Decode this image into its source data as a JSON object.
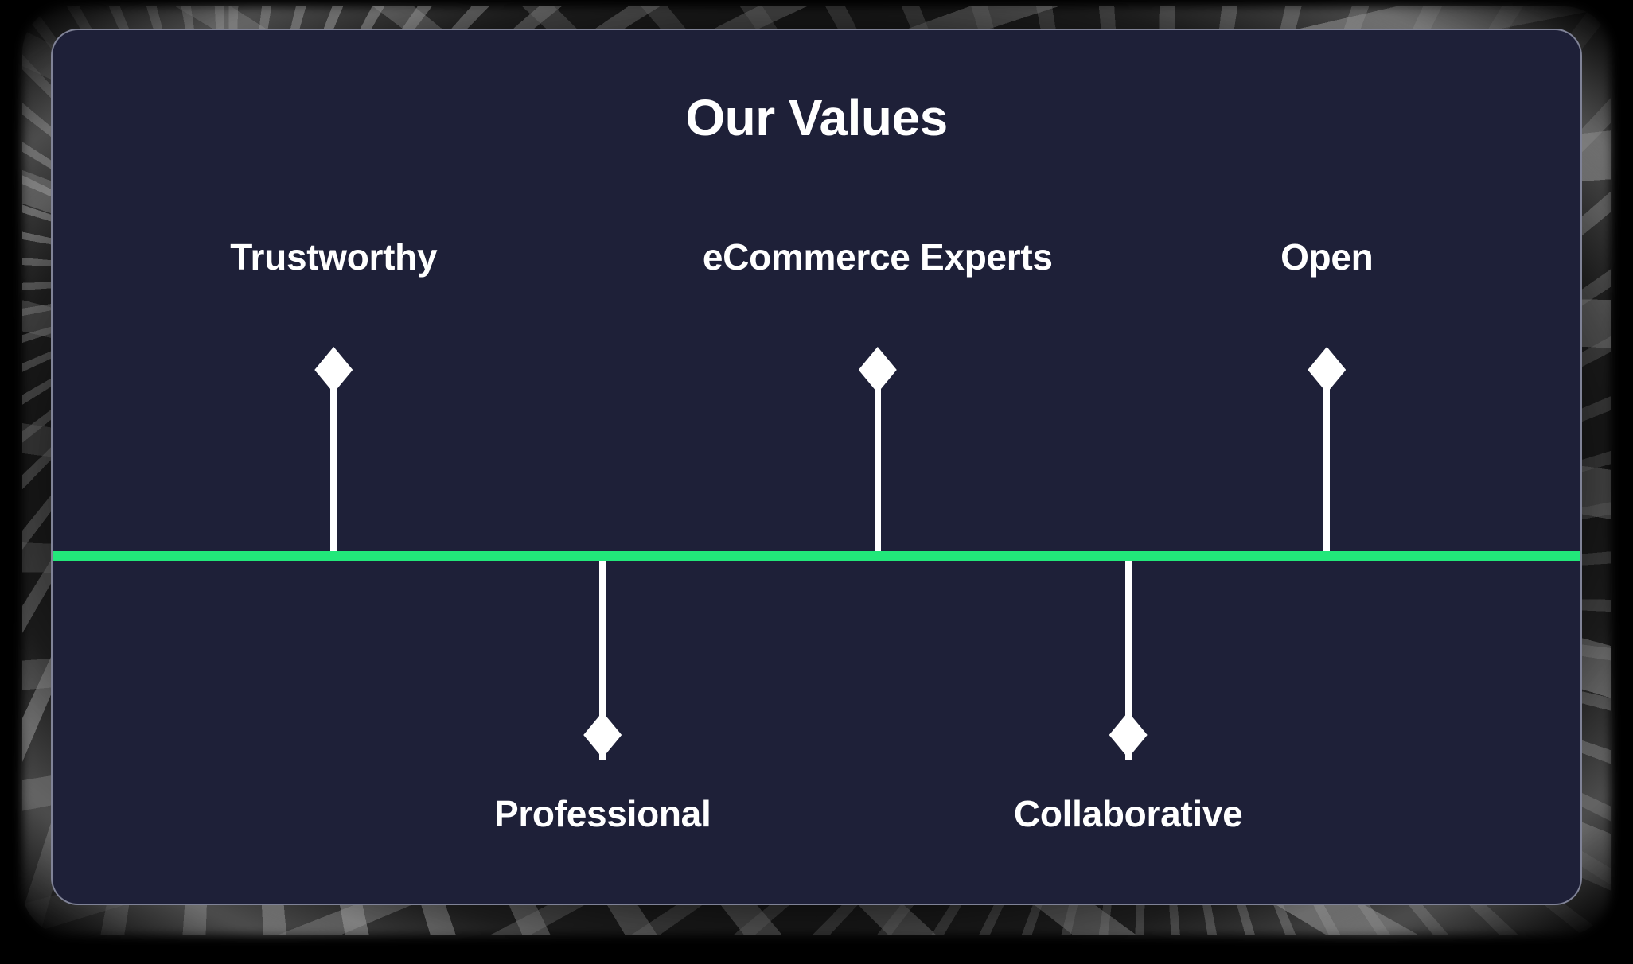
{
  "slide": {
    "title": "Our Values",
    "background_color": "#1E2038",
    "axis_color": "#22E87A",
    "marker_color": "#FFFFFF",
    "text_color": "#FFFFFF"
  },
  "chart_data": {
    "type": "timeline",
    "title": "Our Values",
    "axis_orientation": "horizontal",
    "categories": [
      "Trustworthy",
      "Professional",
      "eCommerce Experts",
      "Collaborative",
      "Open"
    ],
    "markers": [
      {
        "label": "Trustworthy",
        "x_pct": 18.4,
        "direction": "up",
        "marker": "diamond"
      },
      {
        "label": "Professional",
        "x_pct": 36.0,
        "direction": "down",
        "marker": "diamond"
      },
      {
        "label": "eCommerce Experts",
        "x_pct": 54.0,
        "direction": "up",
        "marker": "diamond"
      },
      {
        "label": "Collaborative",
        "x_pct": 70.4,
        "direction": "down",
        "marker": "diamond"
      },
      {
        "label": "Open",
        "x_pct": 83.4,
        "direction": "up",
        "marker": "diamond"
      }
    ],
    "legend": "none",
    "grid": false
  }
}
